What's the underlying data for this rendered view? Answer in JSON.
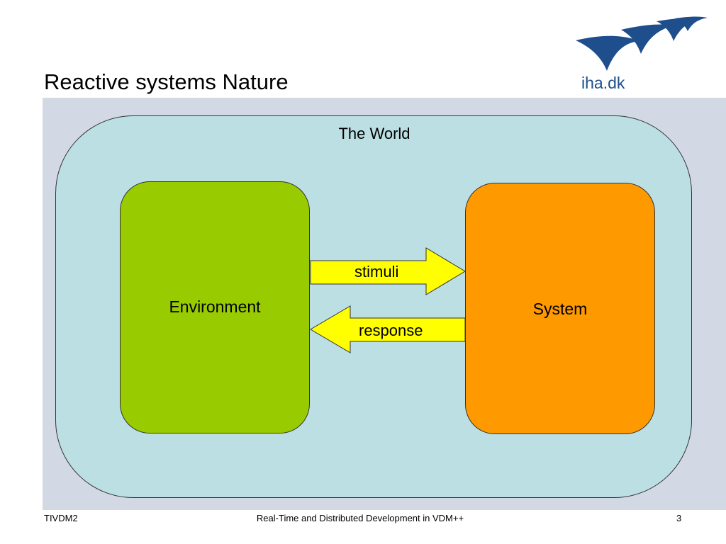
{
  "slide": {
    "title": "Reactive systems Nature"
  },
  "logo": {
    "text": "iha.dk",
    "color": "#1f4e8c"
  },
  "diagram": {
    "world_label": "The World",
    "environment_label": "Environment",
    "system_label": "System",
    "stimuli_label": "stimuli",
    "response_label": "response",
    "colors": {
      "panel": "#d2d9e5",
      "world": "#bcdfe4",
      "environment": "#99cc00",
      "system": "#ff9900",
      "arrow": "#ffff00"
    }
  },
  "footer": {
    "left": "TIVDM2",
    "center": "Real-Time and Distributed Development in VDM++",
    "page_number": "3"
  }
}
